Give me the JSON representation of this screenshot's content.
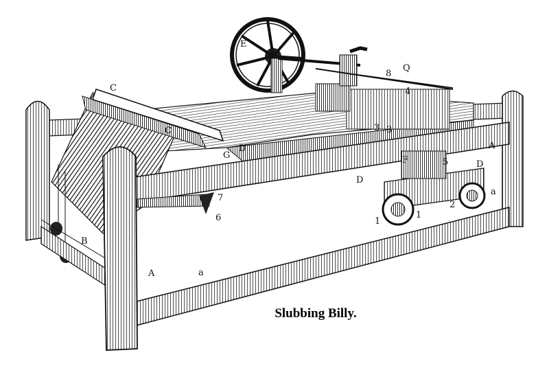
{
  "caption": "Slubbing Billy.",
  "labels": {
    "A_right": "A",
    "A_left": "A",
    "a_left": "a",
    "a_right": "a",
    "B": "B",
    "C_top": "C",
    "C_mid": "C",
    "D_left": "D",
    "D_mid": "D",
    "D_right": "D",
    "E": "E",
    "F": "F",
    "G": "G",
    "Q": "Q",
    "n1a": "1",
    "n1b": "1",
    "n2": "2",
    "n3a": "3",
    "n3b": "3",
    "n4": "4",
    "n5": "5",
    "n6": "6",
    "n7": "7",
    "n8": "8"
  }
}
